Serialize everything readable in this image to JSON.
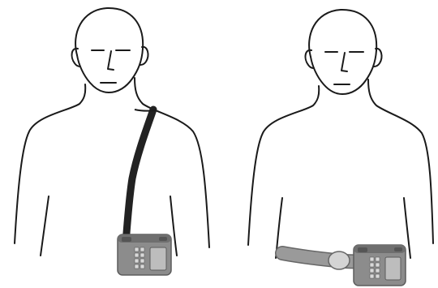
{
  "figures": [
    {
      "id": "left",
      "wearing": "shoulder-strap",
      "device": "monitor"
    },
    {
      "id": "right",
      "wearing": "waist-belt",
      "device": "monitor"
    }
  ],
  "colors": {
    "outline": "#1a1a1a",
    "strap": "#222222",
    "device_body": "#8c8c8c",
    "device_dark": "#6f6f6f",
    "screen": "#bdbdbd",
    "belt": "#9a9a9a",
    "belt_edge": "#666666",
    "buckle": "#d4d4d4"
  },
  "icons": [
    "person-outline-icon",
    "monitor-device-icon",
    "keypad-icon",
    "strap-icon",
    "belt-icon"
  ]
}
